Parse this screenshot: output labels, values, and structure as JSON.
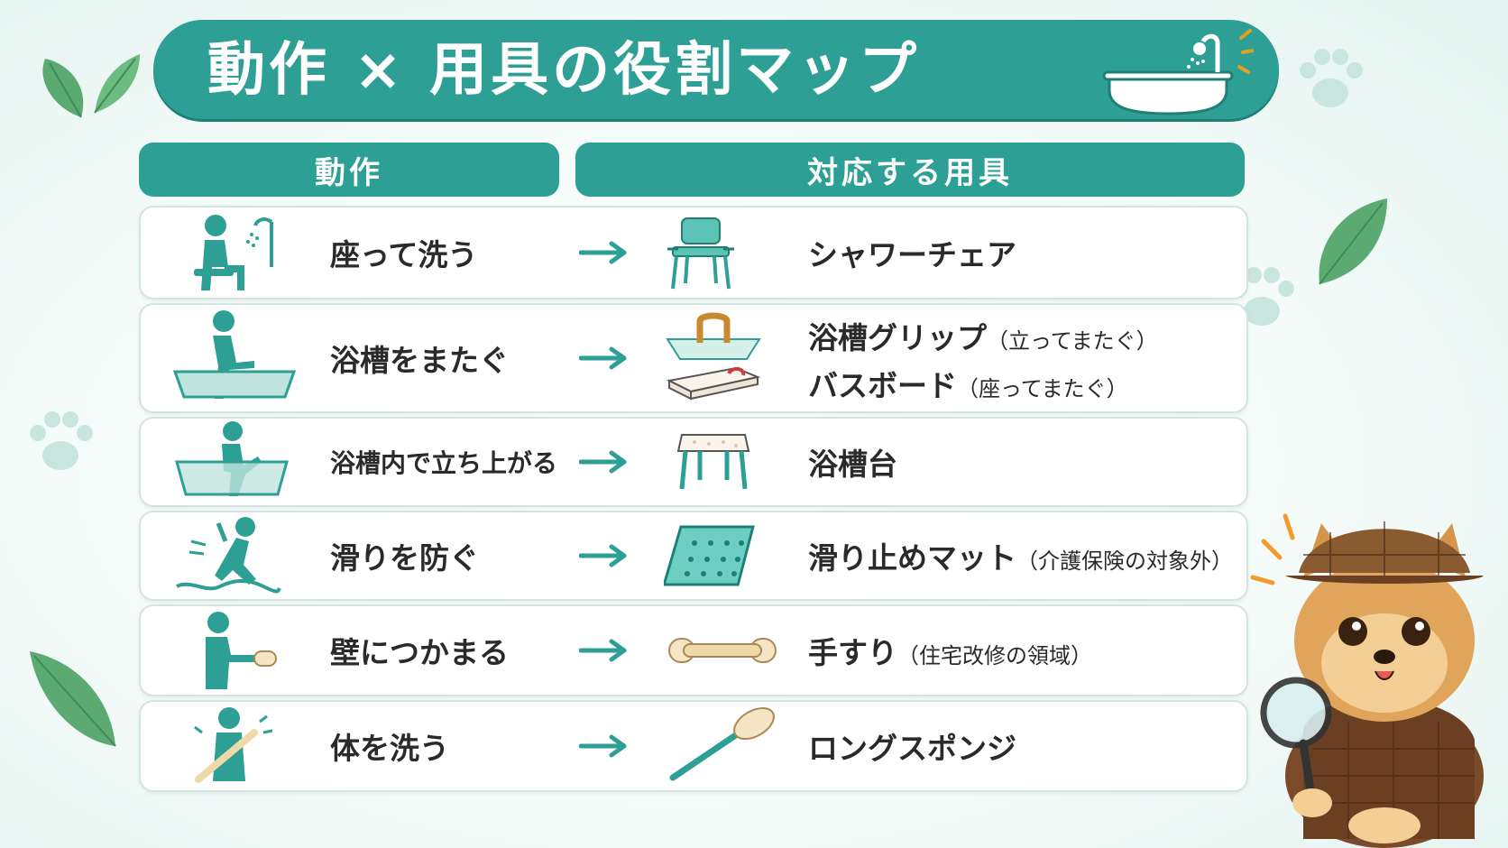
{
  "title": "動作 × 用具の役割マップ",
  "headers": {
    "action": "動作",
    "tool": "対応する用具"
  },
  "colors": {
    "teal": "#2e9f95",
    "dark_teal": "#1f7f77",
    "text": "#2a2a2a"
  },
  "rows": [
    {
      "action": "座って洗う",
      "tools": [
        {
          "name": "シャワーチェア",
          "note": ""
        }
      ]
    },
    {
      "action": "浴槽をまたぐ",
      "tools": [
        {
          "name": "浴槽グリップ",
          "note": "（立ってまたぐ）"
        },
        {
          "name": "バスボード",
          "note": "（座ってまたぐ）"
        }
      ]
    },
    {
      "action": "浴槽内で立ち上がる",
      "tools": [
        {
          "name": "浴槽台",
          "note": ""
        }
      ]
    },
    {
      "action": "滑りを防ぐ",
      "tools": [
        {
          "name": "滑り止めマット",
          "note": "（介護保険の対象外）"
        }
      ]
    },
    {
      "action": "壁につかまる",
      "tools": [
        {
          "name": "手すり",
          "note": "（住宅改修の領域）"
        }
      ]
    },
    {
      "action": "体を洗う",
      "tools": [
        {
          "name": "ロングスポンジ",
          "note": ""
        }
      ]
    }
  ],
  "icons": [
    "leaf-icon",
    "paw-icon",
    "bathtub-shower-icon",
    "sitting-person-icon",
    "shower-chair-icon",
    "bath-grip-icon",
    "bath-board-icon",
    "bath-stool-icon",
    "non-slip-mat-icon",
    "handrail-icon",
    "long-sponge-icon",
    "arrow-right-icon",
    "dog-detective-mascot"
  ]
}
